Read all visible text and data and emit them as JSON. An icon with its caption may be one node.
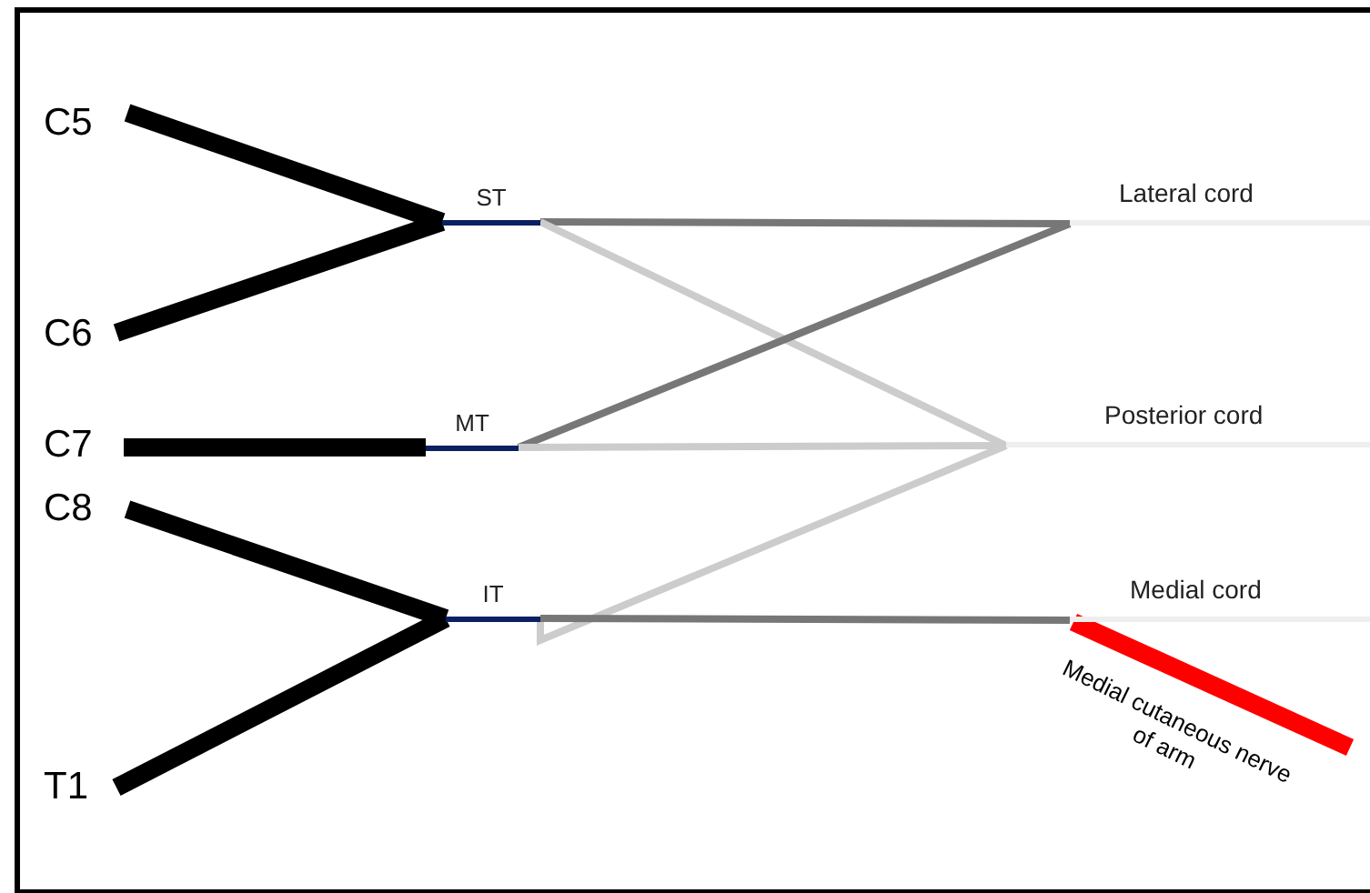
{
  "diagram": {
    "nodes": [
      {
        "text": [
          "C5"
        ]
      },
      {
        "text": [
          "C6"
        ]
      },
      {
        "text": [
          "C7"
        ]
      },
      {
        "text": [
          "C8"
        ]
      },
      {
        "text": [
          "T1"
        ]
      },
      {
        "text": [
          "ST"
        ]
      },
      {
        "text": [
          "MT"
        ]
      },
      {
        "text": [
          "IT"
        ]
      },
      {
        "text": [
          "Lateral cord"
        ]
      },
      {
        "text": [
          "Posterior cord"
        ]
      },
      {
        "text": [
          "Medial cord"
        ]
      },
      {
        "text": [
          "Medial cutaneous nerve of arm"
        ]
      }
    ],
    "edges": [
      {
        "from": 0,
        "to": 5,
        "arrow": "none",
        "style": "thick"
      },
      {
        "from": 1,
        "to": 5,
        "arrow": "none",
        "style": "thick"
      },
      {
        "from": 2,
        "to": 6,
        "arrow": "none",
        "style": "thick"
      },
      {
        "from": 3,
        "to": 7,
        "arrow": "none",
        "style": "thick"
      },
      {
        "from": 4,
        "to": 7,
        "arrow": "none",
        "style": "thick"
      },
      {
        "from": 5,
        "to": 8,
        "arrow": "none",
        "color": "#777777"
      },
      {
        "from": 5,
        "to": 9,
        "arrow": "none",
        "color": "#cccccc"
      },
      {
        "from": 6,
        "to": 8,
        "arrow": "none",
        "color": "#777777"
      },
      {
        "from": 6,
        "to": 9,
        "arrow": "none",
        "color": "#cccccc"
      },
      {
        "from": 7,
        "to": 9,
        "arrow": "none",
        "color": "#cccccc"
      },
      {
        "from": 7,
        "to": 10,
        "arrow": "none",
        "color": "#777777"
      },
      {
        "from": 10,
        "to": 11,
        "arrow": "none",
        "style": "thick",
        "color": "#ff0000"
      }
    ]
  }
}
